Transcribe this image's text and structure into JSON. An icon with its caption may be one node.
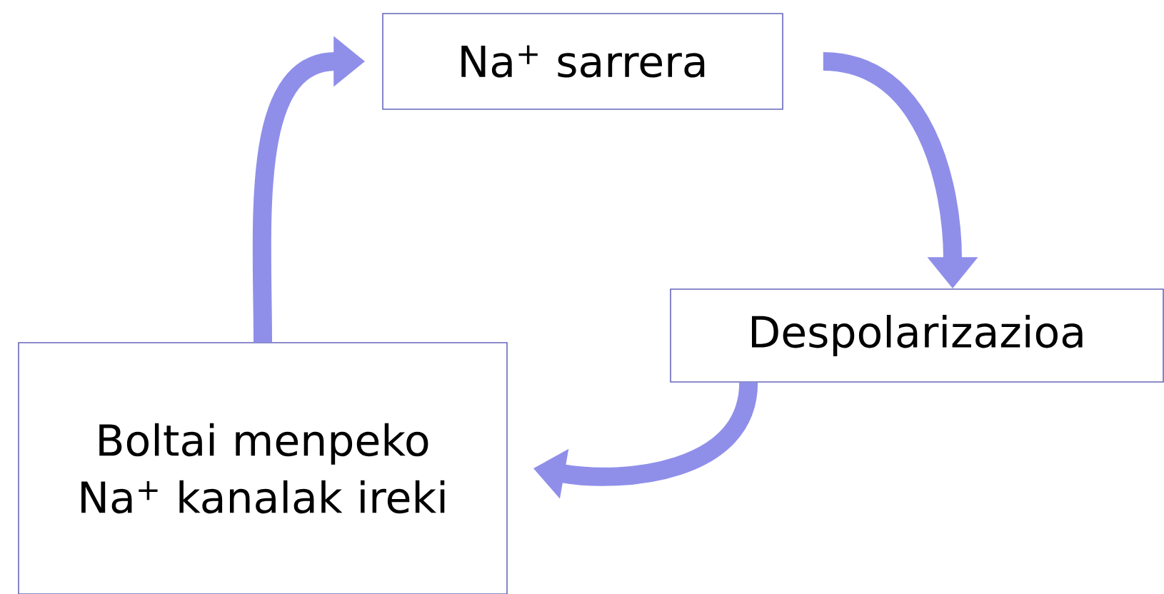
{
  "diagram": {
    "nodes": [
      {
        "text": [
          "Na$^{+}$ sarrera"
        ]
      },
      {
        "text": [
          "Despolarizazioa"
        ]
      },
      {
        "text": [
          "Boltai menpeko Na$^{+}$ kanalak ireki"
        ]
      }
    ],
    "edges": [
      {
        "from": 0,
        "to": 1,
        "arrow": "to"
      },
      {
        "from": 1,
        "to": 2,
        "arrow": "to"
      },
      {
        "from": 2,
        "to": 0,
        "arrow": "to"
      }
    ]
  }
}
